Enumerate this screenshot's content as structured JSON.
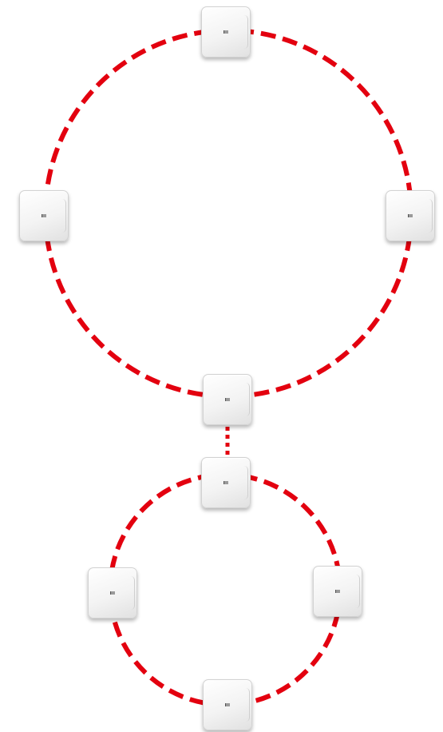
{
  "diagram": {
    "ring_color": "#e3000f",
    "device_icon": "network-node-icon",
    "rings": [
      {
        "name": "ring-upper",
        "devices": 4
      },
      {
        "name": "ring-lower",
        "devices": 4
      }
    ],
    "inter_ring_link": {
      "style": "dotted"
    }
  }
}
